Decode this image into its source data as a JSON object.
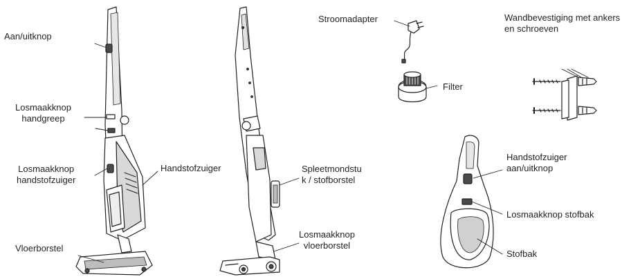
{
  "labels": {
    "aan_uitknop": "Aan/uitknop",
    "losmaakknop_handgreep": [
      "Losmaakknop",
      "handgreep"
    ],
    "losmaakknop_handstofzuiger": [
      "Losmaakknop",
      "handstofzuiger"
    ],
    "vloerborstel": "Vloerborstel",
    "handstofzuiger": "Handstofzuiger",
    "spleetmondstuk": [
      "Spleetmondstu",
      "k / stofborstel"
    ],
    "losmaakknop_vloerborstel": [
      "Losmaakknop",
      "vloerborstel"
    ],
    "stroomadapter": "Stroomadapter",
    "filter": "Filter",
    "wandbevestiging": [
      "Wandbevestiging met ankers",
      "en schroeven"
    ],
    "handstofzuiger_aan_uitknop": [
      "Handstofzuiger",
      "aan/uitknop"
    ],
    "losmaakknop_stofbak": "Losmaakknop stofbak",
    "stofbak": "Stofbak"
  },
  "colors": {
    "line": "#231f20",
    "body_fill": "#ffffff",
    "shade": "#bdbdbd",
    "dark": "#4a4a4a"
  }
}
